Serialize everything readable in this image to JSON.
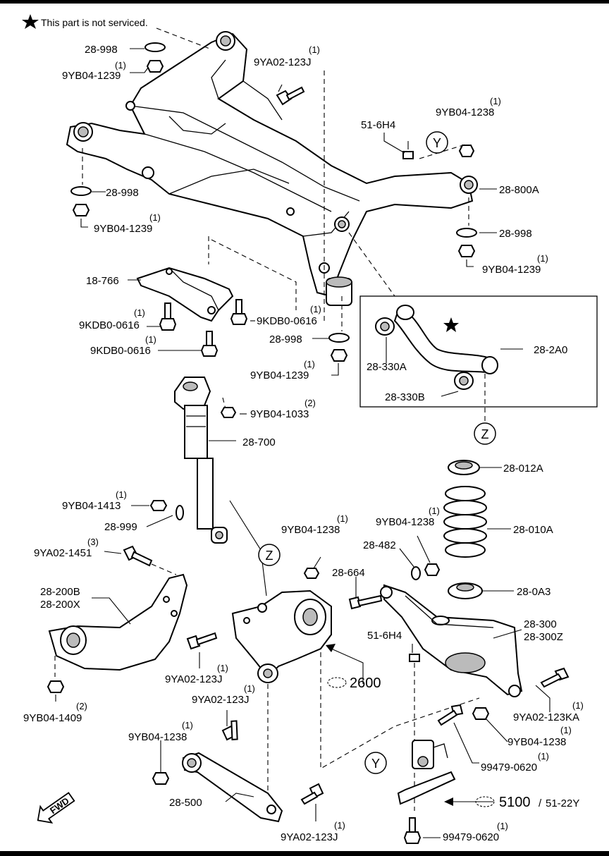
{
  "note": {
    "text": "This part is not serviced.",
    "icon": "star-icon"
  },
  "labels": {
    "l_28998_a": "28-998",
    "l_9yb041239_a": "9YB04-1239",
    "q_9yb041239_a": "(1)",
    "l_9ya02123j_a": "9YA02-123J",
    "q_9ya02123j_a": "(1)",
    "l_516h4_a": "51-6H4",
    "l_9yb041238_a": "9YB04-1238",
    "q_9yb041238_a": "(1)",
    "l_28998_b": "28-998",
    "l_9yb041239_b": "9YB04-1239",
    "q_9yb041239_b": "(1)",
    "l_28800a": "28-800A",
    "l_28998_c": "28-998",
    "l_9yb041239_c": "9YB04-1239",
    "q_9yb041239_c": "(1)",
    "l_18766": "18-766",
    "l_9kdb0616_a": "9KDB0-0616",
    "q_9kdb0616_a": "(1)",
    "l_9kdb0616_b": "9KDB0-0616",
    "q_9kdb0616_b": "(1)",
    "l_9kdb0616_c": "9KDB0-0616",
    "q_9kdb0616_c": "(1)",
    "l_28998_d": "28-998",
    "l_9yb041239_d": "9YB04-1239",
    "q_9yb041239_d": "(1)",
    "l_28330a": "28-330A",
    "l_282a0": "28-2A0",
    "l_28330b": "28-330B",
    "l_9yb041033": "9YB04-1033",
    "q_9yb041033": "(2)",
    "l_28700": "28-700",
    "l_28012a": "28-012A",
    "l_9yb041413": "9YB04-1413",
    "q_9yb041413": "(1)",
    "l_28999": "28-999",
    "l_9ya021451": "9YA02-1451",
    "q_9ya021451": "(3)",
    "l_9yb041238_b": "9YB04-1238",
    "q_9yb041238_b": "(1)",
    "l_9yb041238_c": "9YB04-1238",
    "q_9yb041238_c": "(1)",
    "l_28010a": "28-010A",
    "l_28482": "28-482",
    "l_28664": "28-664",
    "l_280a3": "28-0A3",
    "l_28200b": "28-200B",
    "l_28200x": "28-200X",
    "l_28300": "28-300",
    "l_28300z": "28-300Z",
    "l_516h4_b": "51-6H4",
    "l_2600": "2600",
    "l_9ya02123j_b": "9YA02-123J",
    "q_9ya02123j_b": "(1)",
    "l_9yb041409": "9YB04-1409",
    "q_9yb041409": "(2)",
    "l_9ya02123j_c": "9YA02-123J",
    "q_9ya02123j_c": "(1)",
    "l_9ya02123ka": "9YA02-123KA",
    "q_9ya02123ka": "(1)",
    "l_9yb041238_d": "9YB04-1238",
    "q_9yb041238_d": "(1)",
    "l_9yb041238_e": "9YB04-1238",
    "q_9yb041238_e": "(1)",
    "l_994790620_a": "99479-0620",
    "q_994790620_a": "(1)",
    "l_28500": "28-500",
    "l_5100": "5100",
    "l_5122y": "51-22Y",
    "l_9ya02123j_d": "9YA02-123J",
    "q_9ya02123j_d": "(1)",
    "l_994790620_b": "99479-0620",
    "q_994790620_b": "(1)",
    "callout_y1": "Y",
    "callout_y2": "Y",
    "callout_z1": "Z",
    "callout_z2": "Z",
    "fwd": "FWD"
  }
}
